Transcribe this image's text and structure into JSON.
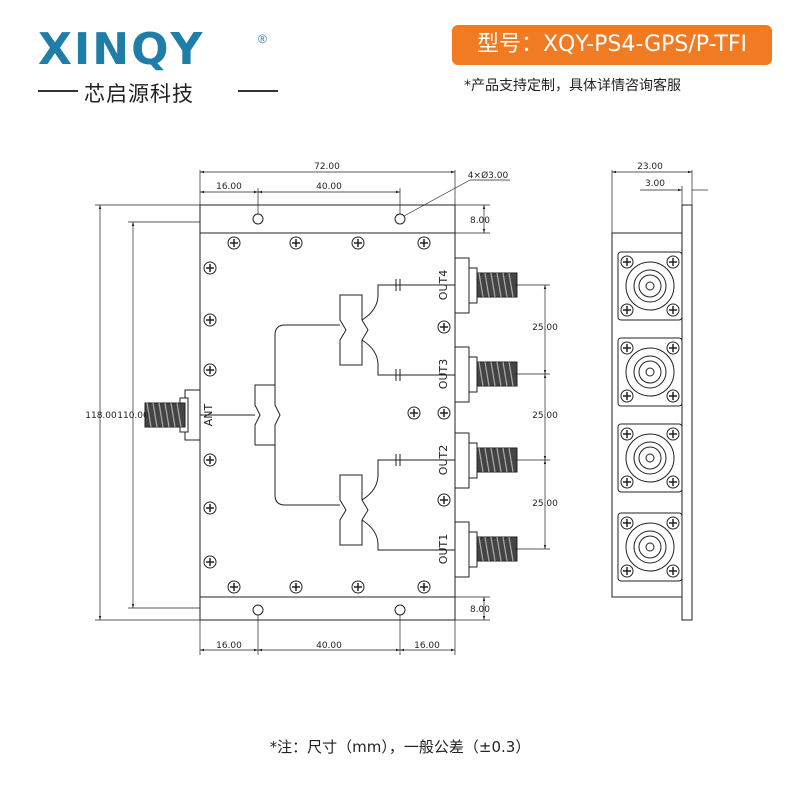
{
  "brand": {
    "logo_text": "XINQY",
    "registered": "®",
    "name_cn": "芯启源科技"
  },
  "model_label": "型号：XQY-PS4-GPS/P-TFI",
  "custom_note": "*产品支持定制，具体详情咨询客服",
  "footnote": "*注：尺寸（mm），一般公差（±0.3）",
  "ports": {
    "ant": "ANT",
    "out1": "OUT1",
    "out2": "OUT2",
    "out3": "OUT3",
    "out4": "OUT4"
  },
  "dimensions": {
    "total_width": "72.00",
    "top_left_offset": "16.00",
    "top_hole_spacing": "40.00",
    "holes": "4×Ø3.00",
    "top_margin": "8.00",
    "bottom_margin": "8.00",
    "outer_height": "118.00",
    "inner_height": "110.00",
    "port_pitch_1": "25.00",
    "port_pitch_2": "25.00",
    "port_pitch_3": "25.00",
    "bottom_left_offset": "16.00",
    "bottom_hole_spacing": "40.00",
    "bottom_right_offset": "16.00",
    "side_width": "23.00",
    "side_flange": "3.00"
  },
  "colors": {
    "brand_blue": "#1f7ea8",
    "accent_orange": "#f07b22"
  }
}
